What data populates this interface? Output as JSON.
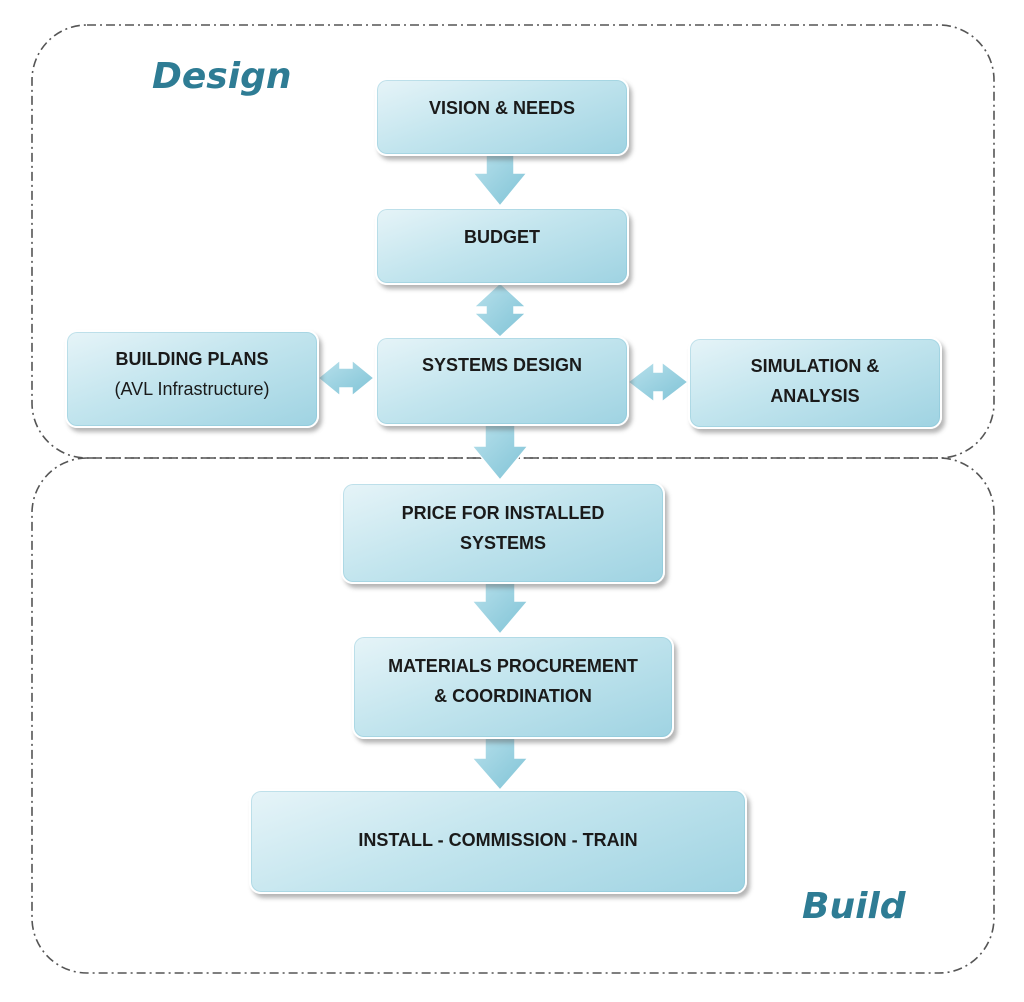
{
  "regions": {
    "design_label": "Design",
    "build_label": "Build"
  },
  "nodes": {
    "vision": {
      "label": "VISION & NEEDS"
    },
    "budget": {
      "label": "BUDGET"
    },
    "building_plans": {
      "label": "BUILDING PLANS",
      "sublabel": "(AVL Infrastructure)"
    },
    "systems_design": {
      "label": "SYSTEMS DESIGN"
    },
    "simulation": {
      "line1": "SIMULATION &",
      "line2": "ANALYSIS"
    },
    "price": {
      "line1": "PRICE FOR INSTALLED",
      "line2": "SYSTEMS"
    },
    "materials": {
      "line1": "MATERIALS PROCUREMENT",
      "line2": "& COORDINATION"
    },
    "install": {
      "label": "INSTALL - COMMISSION - TRAIN"
    }
  },
  "colors": {
    "box_fill_light": "#e6f4f8",
    "box_fill_dark": "#9fd3e2",
    "arrow_fill": "#8fcbdc",
    "label_color": "#2e7c94",
    "frame_stroke": "#555555"
  }
}
